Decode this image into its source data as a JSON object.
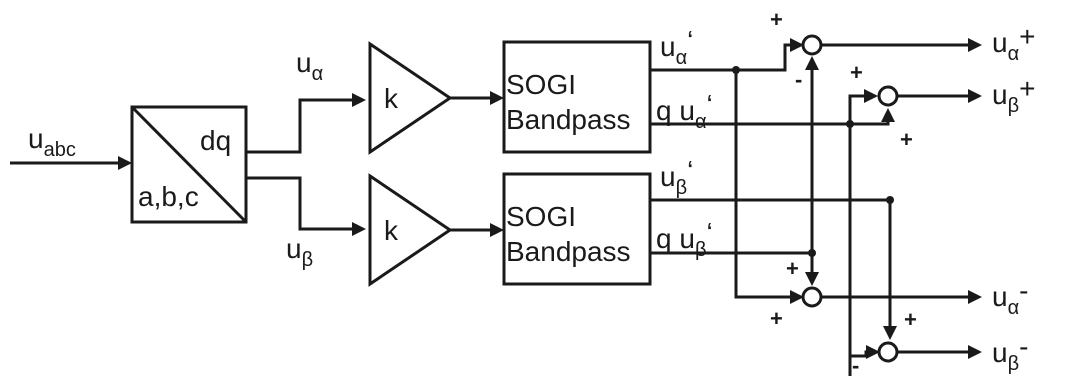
{
  "input": {
    "main": "u",
    "sub": "abc"
  },
  "transform": {
    "top_right": "dq",
    "bottom_left": "a,b,c"
  },
  "alpha_signal": {
    "main": "u",
    "sub": "α"
  },
  "beta_signal": {
    "main": "u",
    "sub": "β"
  },
  "gain_label": "k",
  "sogi": {
    "line1": "SOGI",
    "line2": "Bandpass"
  },
  "sogi_outputs": {
    "alpha_main": "u",
    "alpha_sub": "α",
    "alpha_prime": "‘",
    "q_alpha_prefix": "q u",
    "q_alpha_sub": "α",
    "q_alpha_prime": "‘",
    "beta_main": "u",
    "beta_sub": "β",
    "beta_prime": "‘",
    "q_beta_prefix": "q u",
    "q_beta_sub": "β",
    "q_beta_prime": "‘"
  },
  "outputs": {
    "alpha_pos": {
      "main": "u",
      "sub": "α",
      "sup": "+"
    },
    "beta_pos": {
      "main": "u",
      "sub": "β",
      "sup": "+"
    },
    "alpha_neg": {
      "main": "u",
      "sub": "α",
      "sup": "-"
    },
    "beta_neg": {
      "main": "u",
      "sub": "β",
      "sup": "-"
    }
  },
  "signs": {
    "plus": "+",
    "minus": "-"
  }
}
